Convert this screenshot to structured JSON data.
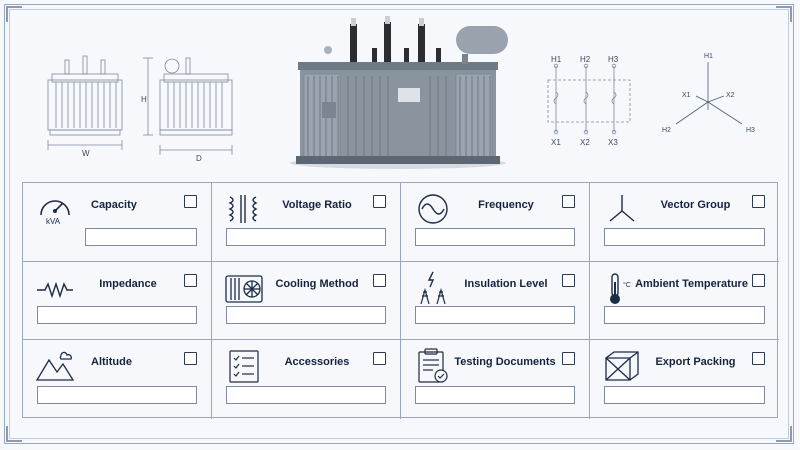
{
  "drawings": {
    "front_width_label": "W",
    "front_height_label": "H",
    "side_depth_label": "D",
    "primary_terminals": [
      "H1",
      "H2",
      "H3"
    ],
    "secondary_terminals": [
      "X1",
      "X2",
      "X3"
    ],
    "vector_labels": [
      "H1",
      "X1",
      "X2",
      "H2",
      "H3"
    ]
  },
  "fields": [
    {
      "label": "Capacity",
      "icon": "kva-gauge-icon",
      "icon_text": "kVA",
      "value": ""
    },
    {
      "label": "Voltage Ratio",
      "icon": "transformer-coil-icon",
      "value": ""
    },
    {
      "label": "Frequency",
      "icon": "sine-wave-icon",
      "value": ""
    },
    {
      "label": "Vector Group",
      "icon": "wye-icon",
      "value": ""
    },
    {
      "label": "Impedance",
      "icon": "resistor-icon",
      "value": ""
    },
    {
      "label": "Cooling Method",
      "icon": "radiator-fan-icon",
      "value": ""
    },
    {
      "label": "Insulation Level",
      "icon": "lightning-tower-icon",
      "value": ""
    },
    {
      "label": "Ambient Temperature",
      "icon": "thermometer-icon",
      "icon_text": "°C",
      "value": ""
    },
    {
      "label": "Altitude",
      "icon": "mountain-icon",
      "value": ""
    },
    {
      "label": "Accessories",
      "icon": "checklist-icon",
      "value": ""
    },
    {
      "label": "Testing Documents",
      "icon": "clipboard-check-icon",
      "value": ""
    },
    {
      "label": "Export Packing",
      "icon": "crate-icon",
      "value": ""
    }
  ]
}
